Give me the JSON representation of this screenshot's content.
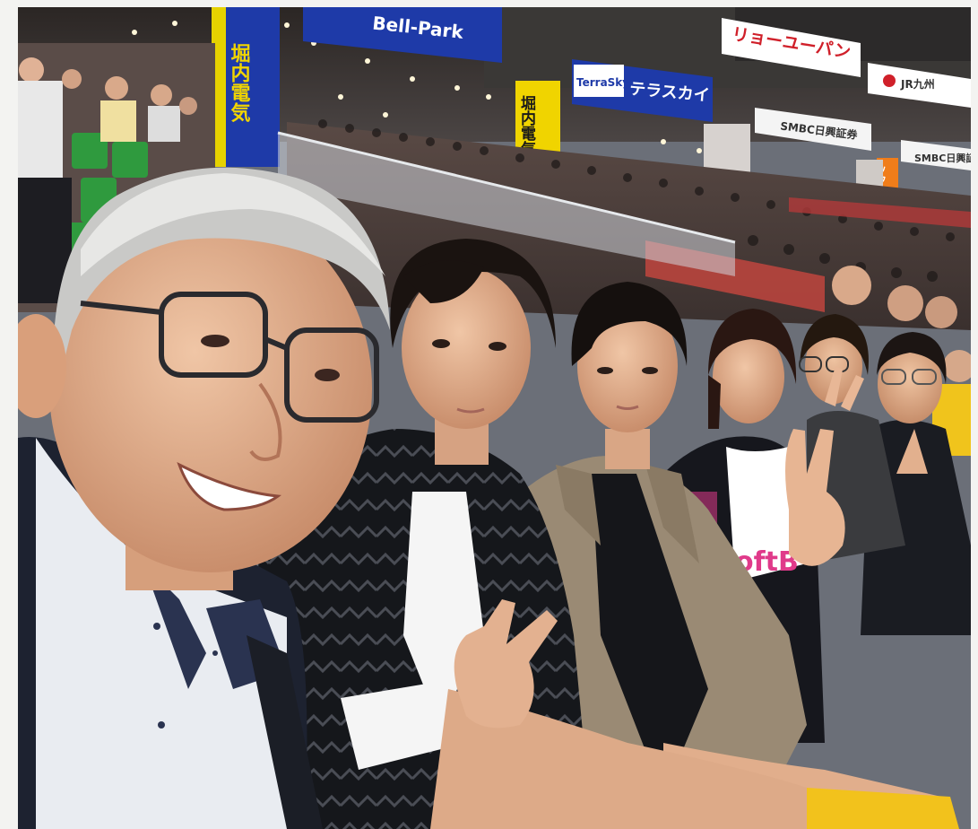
{
  "photo": {
    "description_free": true,
    "signs": {
      "bell_park": "Bell-Park",
      "terrasky_logo": "TerraSky",
      "terrasky_kana": "テラスカイ",
      "horiuchi_left": "堀内電気",
      "horiuchi_center": "堀内電気",
      "ryoyu_pan": "リョーユーパン",
      "jr_kyushu": "JR九州",
      "smbc_center": "SMBC日興証券",
      "smbc_right": "SMBC日興証券",
      "orange_banner": "ソフトバンク",
      "jersey_text": "oftB"
    },
    "colors": {
      "sky_roof": "#2f2a28",
      "crowd": "#4a3d3a",
      "seat_green": "#2f9a3e",
      "sign_blue": "#1e3aa8",
      "sign_yellow": "#f0d400",
      "skin": "#e2b18f",
      "black_shirt": "#121418",
      "khaki_jacket": "#9a8a74"
    }
  }
}
